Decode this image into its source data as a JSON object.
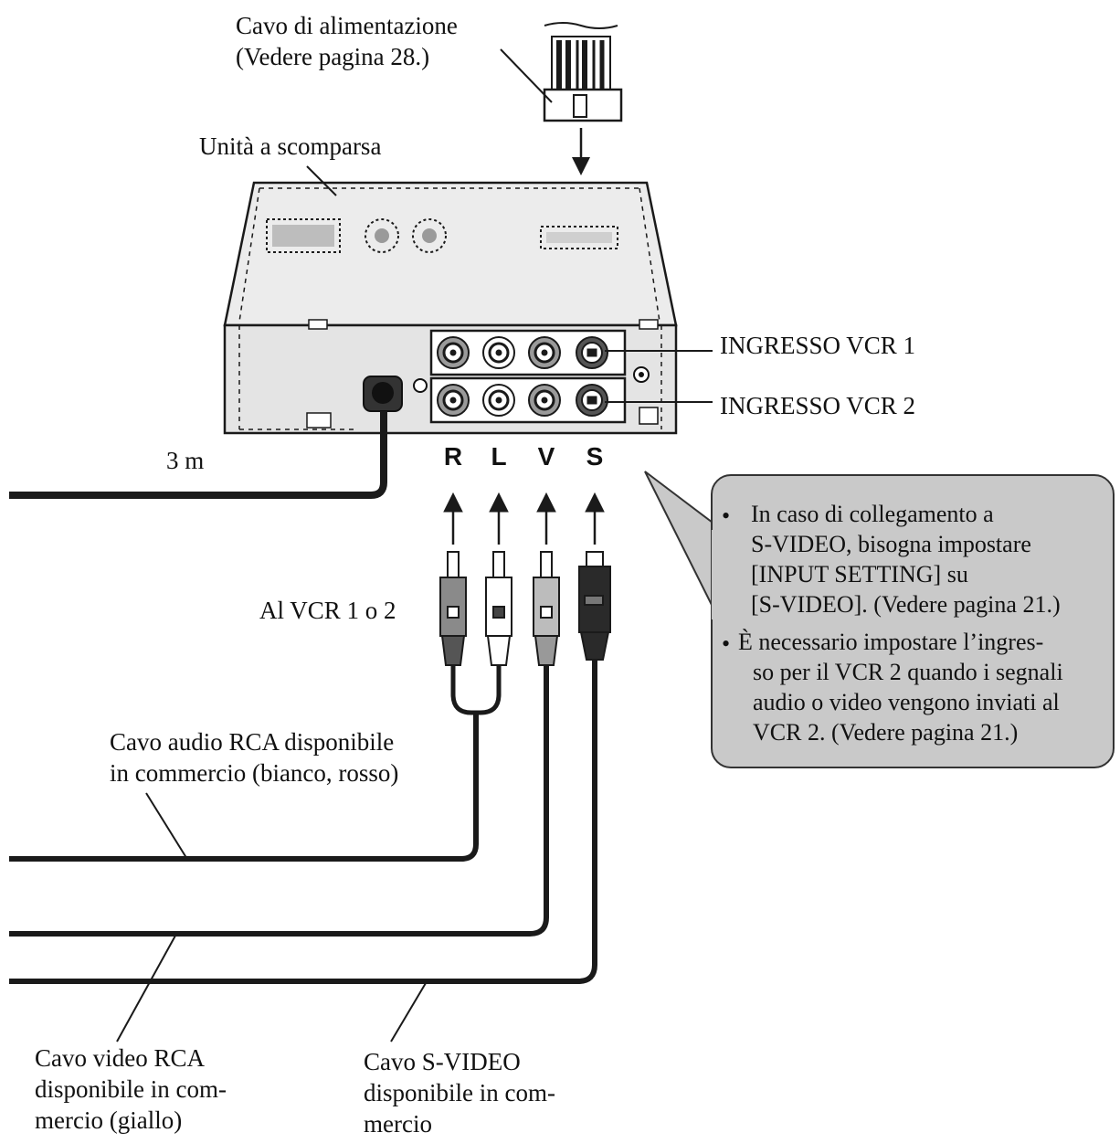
{
  "labels": {
    "power_cable_line1": "Cavo di alimentazione",
    "power_cable_line2": "(Vedere pagina 28.)",
    "unit": "Unità a scomparsa",
    "input_vcr1": "INGRESSO VCR 1",
    "input_vcr2": "INGRESSO VCR 2",
    "cable_length": "3 m",
    "to_vcr": "Al VCR 1 o 2",
    "audio_cable_line1": "Cavo audio RCA disponibile",
    "audio_cable_line2": "in commercio (bianco, rosso)",
    "video_cable_line1": "Cavo video RCA",
    "video_cable_line2": "disponibile in com-",
    "video_cable_line3": "mercio (giallo)",
    "svideo_cable_line1": "Cavo S-VIDEO",
    "svideo_cable_line2": "disponibile in com-",
    "svideo_cable_line3": "mercio"
  },
  "jacks": [
    "R",
    "L",
    "V",
    "S"
  ],
  "notes": [
    {
      "bullet": "•",
      "lines": [
        "In caso di collegamento a",
        "S-VIDEO, bisogna impostare",
        "[INPUT SETTING] su",
        "[S-VIDEO]. (Vedere pagina 21.)"
      ]
    },
    {
      "bullet": "•",
      "lines": [
        "È necessario impostare l’ingres-",
        "so per il VCR 2 quando i segnali",
        "audio o video vengono inviati al",
        "VCR 2. (Vedere pagina 21.)"
      ]
    }
  ],
  "colors": {
    "callout_fill": "#c9c9c9",
    "unit_fill": "#ececec",
    "line": "#1a1a1a"
  }
}
